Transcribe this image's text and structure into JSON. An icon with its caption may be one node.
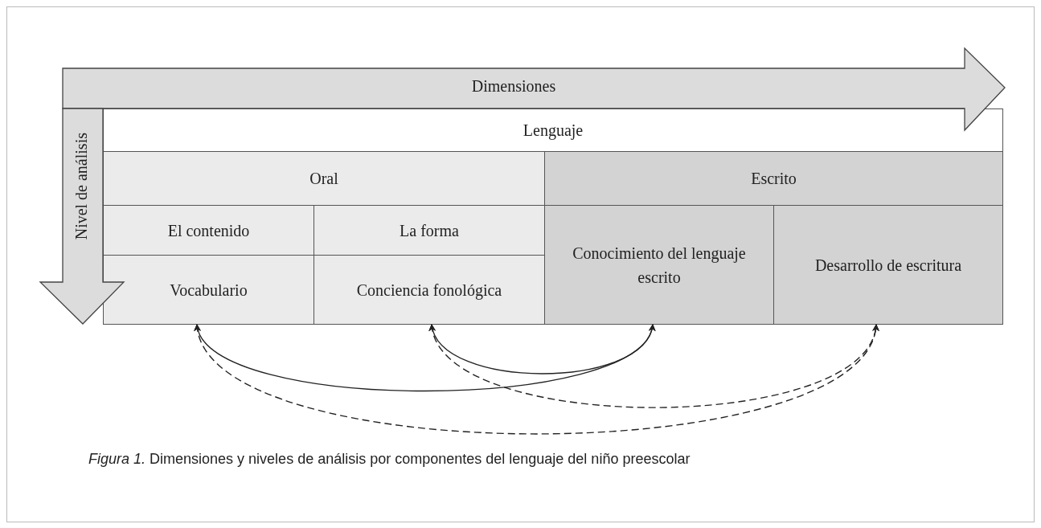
{
  "diagram": {
    "caption": "*Figura 1.* Dimensiones y niveles de análisis por componentes del lenguaje del niño preescolar",
    "nodes": [
      {
        "text": [
          "Dimensiones"
        ]
      },
      {
        "text": [
          "Nivel de análisis"
        ]
      },
      {
        "text": [
          "Lenguaje"
        ]
      },
      {
        "text": [
          "Oral"
        ]
      },
      {
        "text": [
          "Escrito"
        ]
      },
      {
        "text": [
          "El contenido"
        ]
      },
      {
        "text": [
          "La forma"
        ]
      },
      {
        "text": [
          "Vocabulario"
        ]
      },
      {
        "text": [
          "Conciencia fonológica"
        ]
      },
      {
        "text": [
          "Conocimiento del lenguaje escrito"
        ]
      },
      {
        "text": [
          "Desarrollo de escritura"
        ]
      }
    ],
    "edges": [
      {
        "from": 7,
        "to": 9,
        "arrow": "both"
      },
      {
        "from": 8,
        "to": 9,
        "arrow": "both"
      },
      {
        "from": 8,
        "to": 10,
        "arrow": "both",
        "style": "dashed"
      },
      {
        "from": 7,
        "to": 10,
        "arrow": "both",
        "style": "dashed"
      }
    ]
  }
}
